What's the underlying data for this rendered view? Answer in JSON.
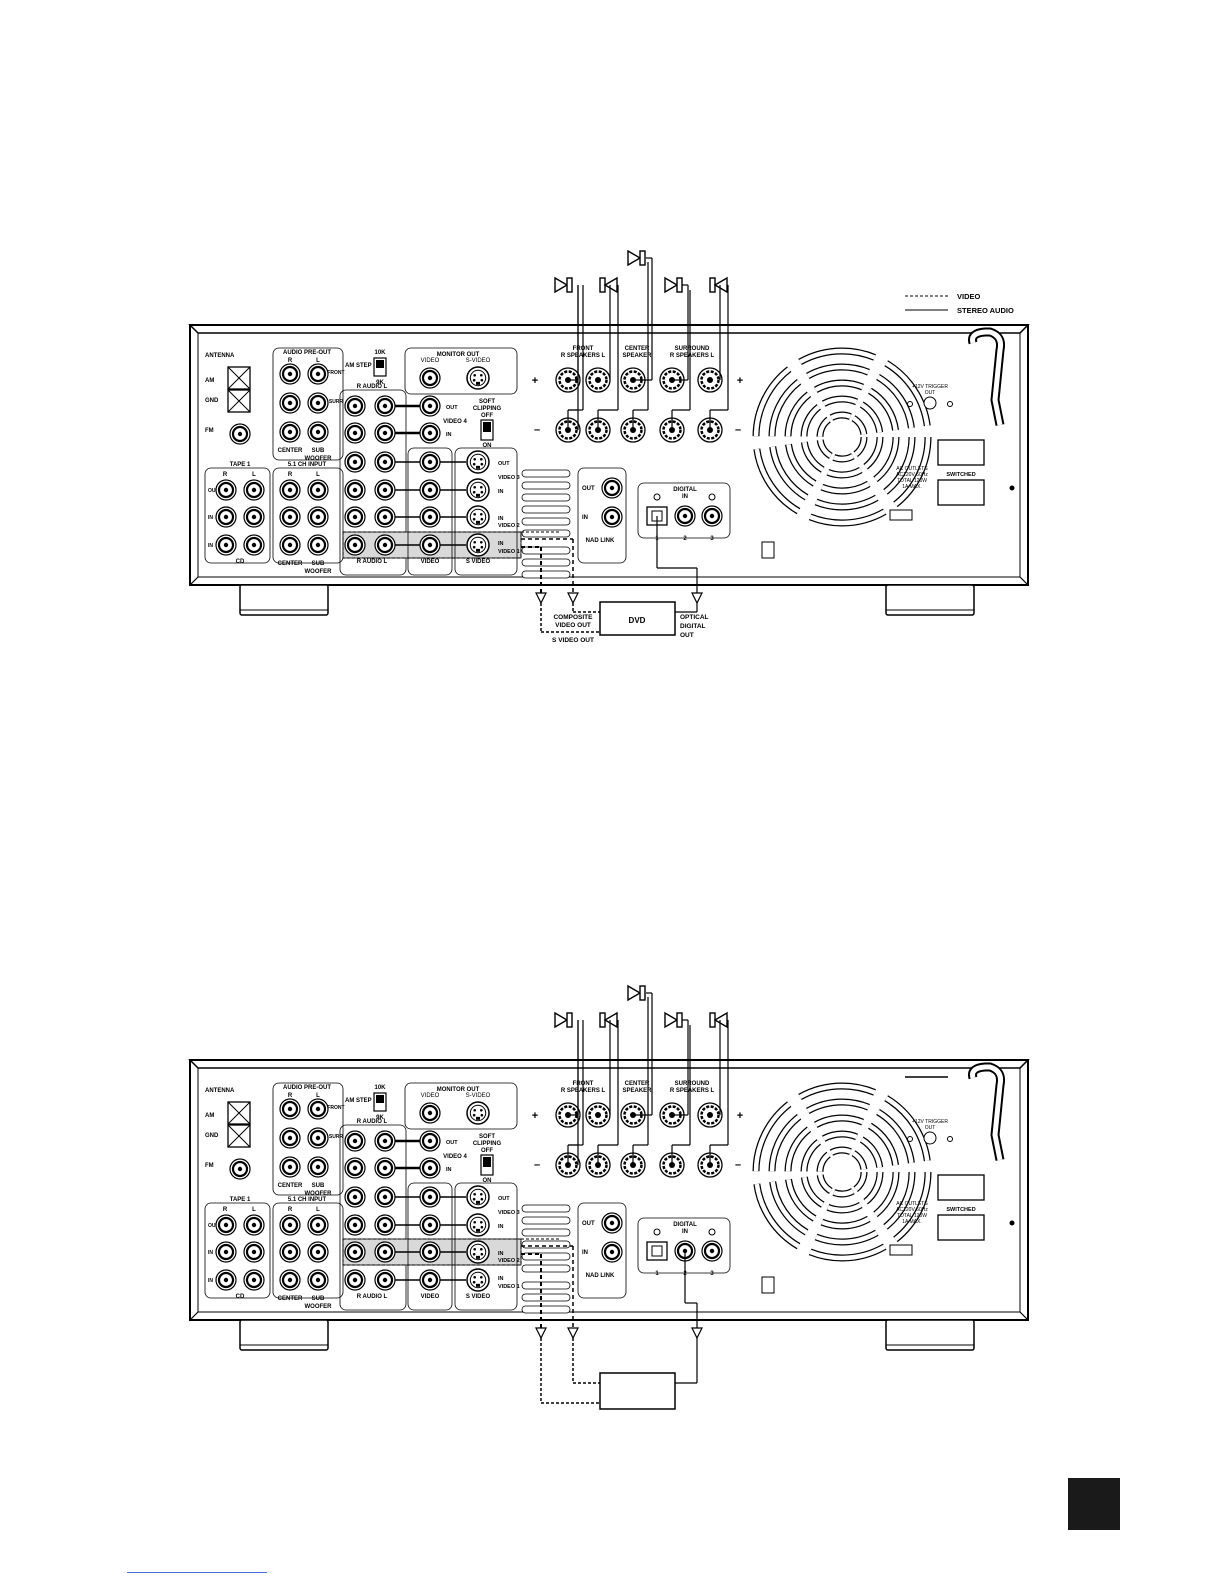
{
  "legend": {
    "video": "VIDEO",
    "stereo_audio": "STEREO AUDIO"
  },
  "panel": {
    "antenna": "ANTENNA",
    "am": "AM",
    "gnd": "GND",
    "fm": "FM",
    "audio_preout": "AUDIO PRE-OUT",
    "r": "R",
    "l": "L",
    "front": "FRONT",
    "surr": "SURR",
    "center": "CENTER",
    "sub_woofer": [
      "SUB",
      "WOOFER"
    ],
    "am_step": "AM STEP",
    "am_10k": "10K",
    "am_9k": "9K",
    "monitor_out": "MONITOR OUT",
    "video": "VIDEO",
    "s_video": "S-VIDEO",
    "r_audio_l": "R  AUDIO  L",
    "video4": "VIDEO 4",
    "out": "OUT",
    "in": "IN",
    "soft_clipping": [
      "SOFT",
      "CLIPPING",
      "OFF"
    ],
    "on": "ON",
    "video3": "VIDEO 3",
    "video2": "VIDEO 2",
    "video1": "VIDEO 1",
    "svideo_label": "S VIDEO",
    "tape1": "TAPE 1",
    "ch51_input": "5.1 CH INPUT",
    "cd": "CD",
    "front_speakers": [
      "FRONT",
      "R  SPEAKERS  L"
    ],
    "center_speaker": [
      "CENTER",
      "SPEAKER"
    ],
    "surround_speakers": [
      "SURROUND",
      "R  SPEAKERS  L"
    ],
    "nad_link": "NAD LINK",
    "out_lbl": "OUT",
    "in_lbl": "IN",
    "digital_in": [
      "DIGITAL",
      "IN"
    ],
    "d1": "1",
    "d2": "2",
    "d3": "3",
    "trigger": [
      "+12V TRIGGER",
      "OUT"
    ],
    "ac_outlets": [
      "AC OUTLETS",
      "AC120V  60Hz",
      "TOTAL 120W",
      "1A MAX."
    ],
    "switched": "SWITCHED"
  },
  "dvd_box": {
    "label": "DVD",
    "composite": [
      "COMPOSITE",
      "VIDEO OUT"
    ],
    "svideo_out": "S VIDEO OUT",
    "optical": [
      "OPTICAL",
      "DIGITAL",
      "OUT"
    ]
  },
  "diagrams": [
    {
      "id": "top",
      "highlighted_input": "VIDEO 1",
      "digital_input": "1",
      "show_labels": true
    },
    {
      "id": "bottom",
      "highlighted_input": "VIDEO 2",
      "digital_input": "2",
      "show_labels": false
    }
  ]
}
